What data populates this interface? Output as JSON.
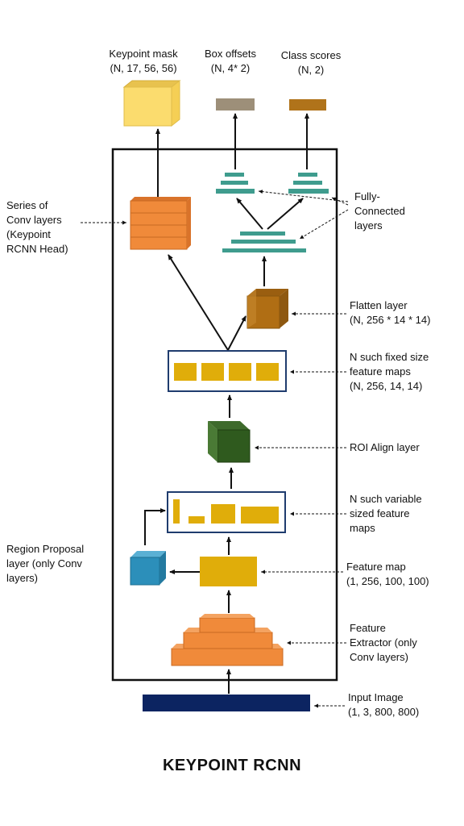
{
  "title": "KEYPOINT RCNN",
  "outputs": {
    "keypoint_mask": [
      "Keypoint mask",
      "(N, 17, 56, 56)"
    ],
    "box_offsets": [
      "Box offsets",
      "(N, 4* 2)"
    ],
    "class_scores": [
      "Class scores",
      "(N, 2)"
    ]
  },
  "labels": {
    "conv_head": [
      "Series of",
      "Conv layers",
      "(Keypoint",
      "RCNN Head)"
    ],
    "fully_connected": [
      "Fully-",
      "Connected",
      "layers"
    ],
    "flatten": [
      "Flatten layer",
      "(N, 256 * 14 * 14)"
    ],
    "fixed_maps": [
      "N such fixed size",
      "feature maps",
      "(N, 256, 14, 14)"
    ],
    "roi_align": [
      "ROI Align layer"
    ],
    "variable_maps": [
      "N such variable",
      "sized feature",
      "maps"
    ],
    "region_proposal": [
      "Region Proposal",
      "layer (only Conv",
      "layers)"
    ],
    "feature_map": [
      "Feature map",
      "(1, 256,  100, 100)"
    ],
    "feature_extractor": [
      "Feature",
      "Extractor (only",
      "Conv layers)"
    ],
    "input_image": [
      "Input Image",
      "(1, 3, 800, 800)"
    ]
  },
  "colors": {
    "orange": "#f08a3a",
    "gold": "#e0ad0a",
    "teal": "#3f9c8e",
    "blue_box": "#2c8fba",
    "green_cube": "#2f5a1e",
    "brown_cube": "#b06e14",
    "navy": "#0c2461",
    "mask_yellow": "#fbdc6e",
    "gray_bar": "#9d8f79",
    "brown_bar": "#b0731a"
  }
}
